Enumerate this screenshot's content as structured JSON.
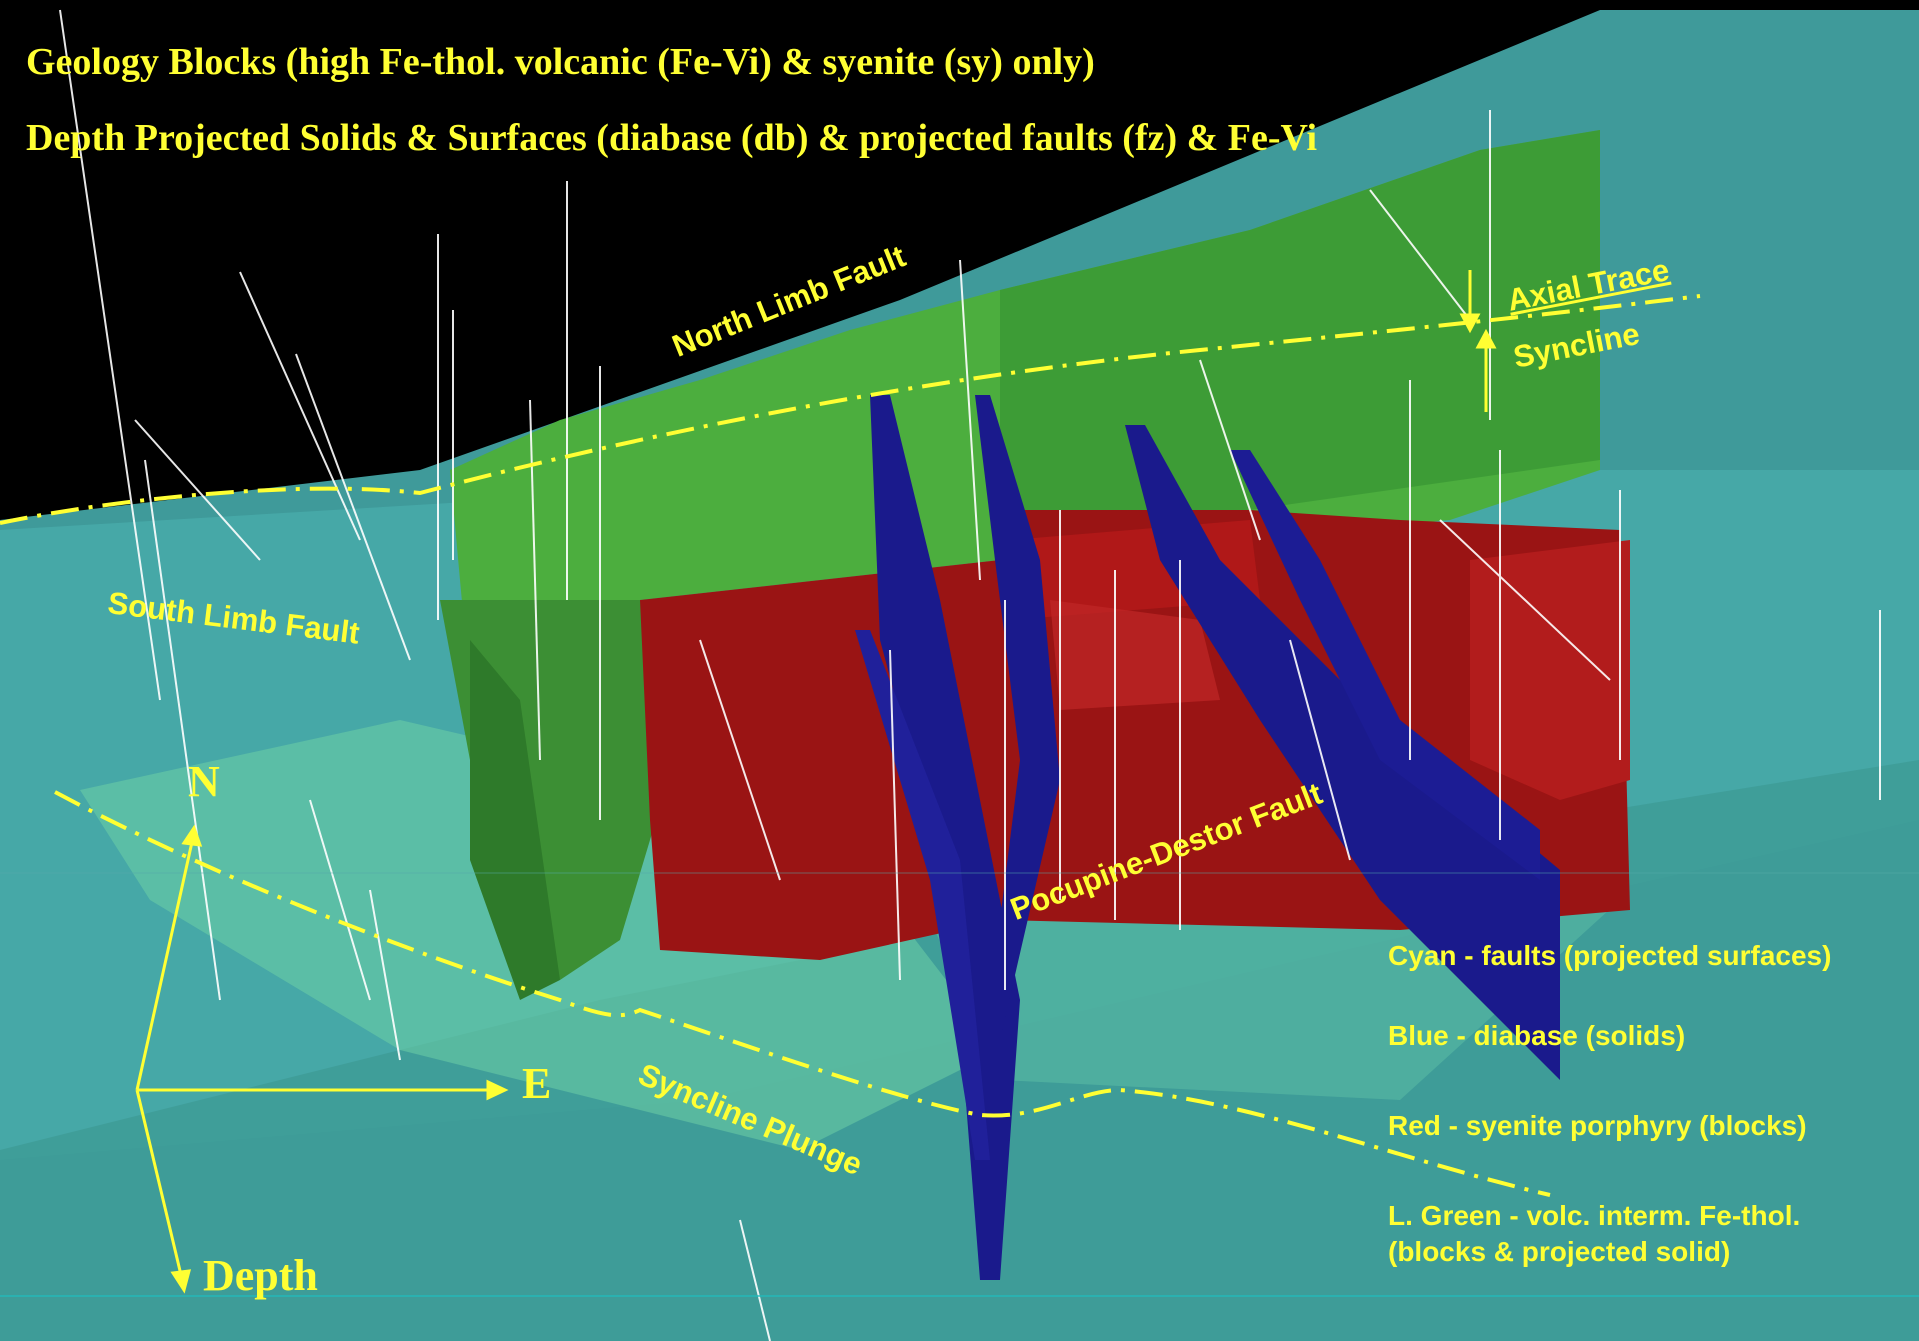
{
  "header": {
    "line1": "Geology Blocks (high Fe-thol. volcanic (Fe-Vi) & syenite (sy) only)",
    "line2": "Depth Projected Solids & Surfaces (diabase (db) & projected faults (fz) & Fe-Vi"
  },
  "annotations": {
    "north_limb_fault": "North Limb Fault",
    "south_limb_fault": "South Limb Fault",
    "axial_trace": "Axial Trace",
    "syncline": "Syncline",
    "porcupine_destor_fault": "Pocupine-Destor Fault",
    "syncline_plunge": "Syncline Plunge"
  },
  "axes": {
    "north": "N",
    "east": "E",
    "depth": "Depth"
  },
  "legend": [
    "Cyan - faults (projected surfaces)",
    "Blue - diabase (solids)",
    "Red - syenite porphyry (blocks)",
    "L. Green - volc. interm. Fe-thol.",
    "(blocks & projected solid)"
  ],
  "colors": {
    "label": "#ffff33",
    "fault_cyan": "#3fb8b8",
    "volcanic_green": "#4caf3e",
    "syenite_red": "#9a1414",
    "diabase_blue": "#1a1a8c"
  }
}
